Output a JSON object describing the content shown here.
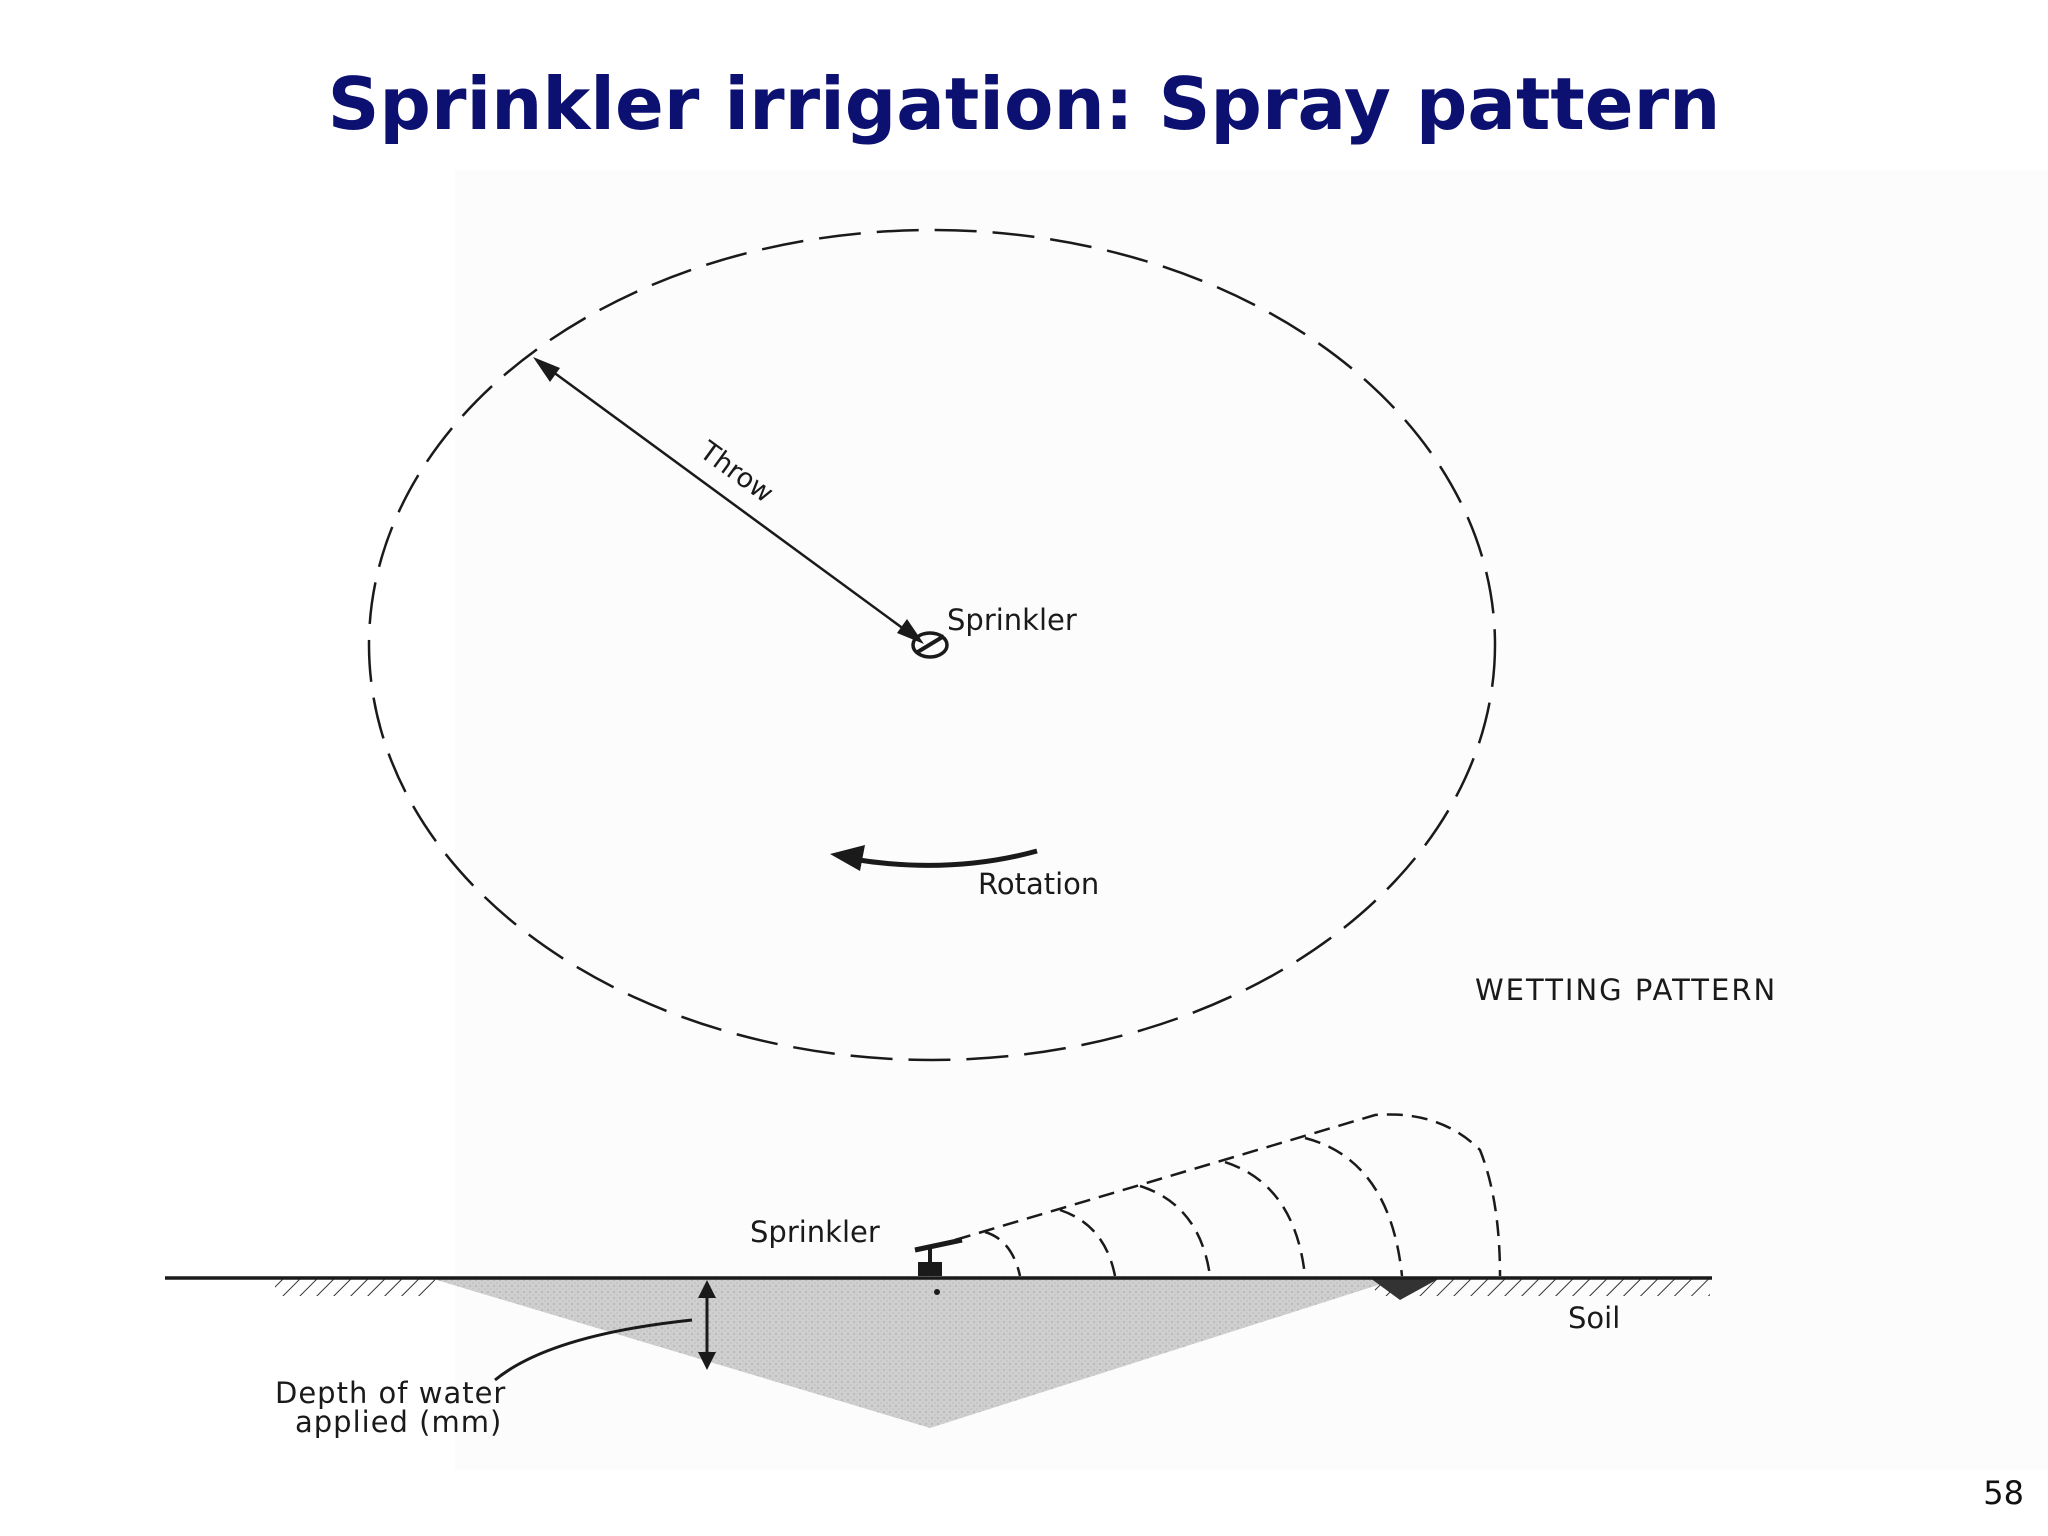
{
  "slide": {
    "title": "Sprinkler irrigation: Spray pattern",
    "page_number": "58"
  },
  "top_view": {
    "throw_label": "Throw",
    "sprinkler_label": "Sprinkler",
    "rotation_label": "Rotation",
    "pattern_label": "WETTING PATTERN"
  },
  "side_view": {
    "sprinkler_label": "Sprinkler",
    "soil_label": "Soil",
    "depth_label_line1": "Depth of water",
    "depth_label_line2": "applied (mm)"
  },
  "colors": {
    "title": "#0c1070",
    "line": "#1a1a1a",
    "wetted_soil": "#c9c9c9"
  }
}
